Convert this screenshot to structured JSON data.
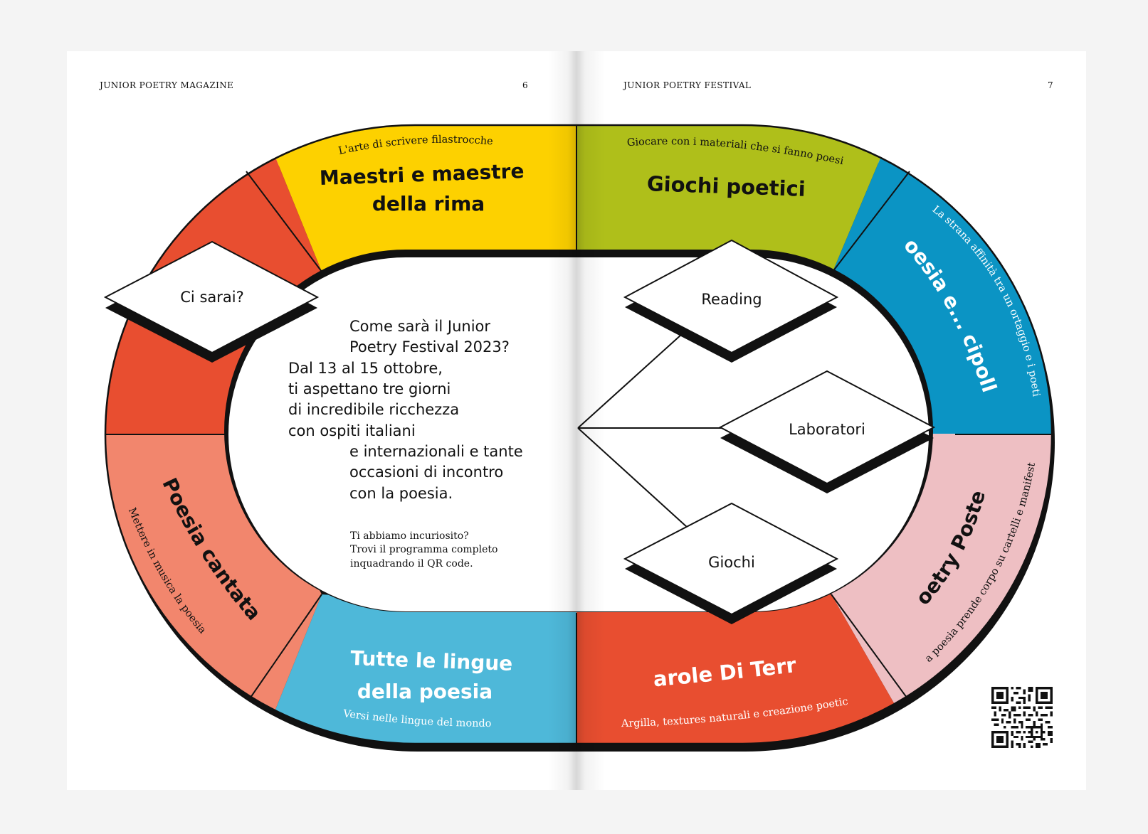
{
  "header": {
    "left_title": "JUNIOR POETRY MAGAZINE",
    "left_page": "6",
    "right_title": "JUNIOR POETRY FESTIVAL",
    "right_page": "7"
  },
  "segments": [
    {
      "id": "maestri",
      "subtitle": "L'arte di scrivere filastrocche",
      "title_1": "Maestri e maestre",
      "title_2": "della rima",
      "color": "#FDD100"
    },
    {
      "id": "giochi-poetici",
      "subtitle": "Giocare con i materiali che si fanno poesia",
      "title_1": "Giochi poetici",
      "color": "#AFBF1A"
    },
    {
      "id": "cipolle",
      "subtitle": "La strana affinità tra un ortaggio e i poeti",
      "title_1": "Poesia e... cipolle",
      "color": "#0B94C4"
    },
    {
      "id": "poster",
      "subtitle": "La poesia prende corpo su cartelli e manifesti",
      "title_1": "Poetry Poster",
      "color": "#EEBFC3"
    },
    {
      "id": "terra",
      "subtitle": "Argilla, textures naturali e creazione poetica",
      "title_1": "Parole Di Terra",
      "color": "#E84E30"
    },
    {
      "id": "lingue",
      "subtitle": "Versi nelle lingue del mondo",
      "title_1": "Tutte le lingue",
      "title_2": "della poesia",
      "color": "#4EB8D9"
    },
    {
      "id": "cantata",
      "subtitle": "Mettere in musica la poesia",
      "title_1": "Poesia cantata",
      "color": "#F2866D"
    },
    {
      "id": "start",
      "color": "#E84E30"
    }
  ],
  "diamonds": {
    "ci_sarai": "Ci sarai?",
    "reading": "Reading",
    "laboratori": "Laboratori",
    "giochi": "Giochi"
  },
  "center": {
    "lines": [
      "Come sarà il Junior",
      "Poetry Festival 2023?",
      "Dal 13 al 15 ottobre,",
      "ti aspettano tre giorni",
      "di incredibile ricchezza",
      "con ospiti italiani",
      "e internazionali e tante",
      "occasioni di incontro",
      "con la poesia."
    ],
    "note_lines": [
      "Ti abbiamo incuriosito?",
      "Trovi il programma completo",
      "inquadrando il QR code."
    ]
  },
  "qr_code": {
    "icon": "qr-code-icon"
  }
}
